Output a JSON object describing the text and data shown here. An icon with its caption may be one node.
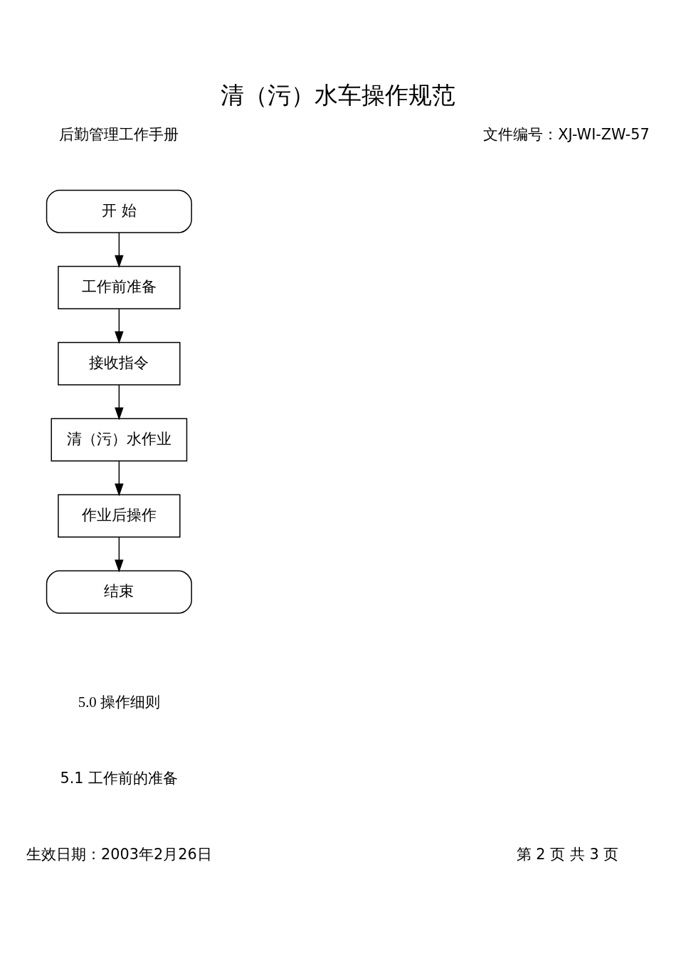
{
  "diagram": {
    "title": "清（污）水车操作规范",
    "nodes": [
      {
        "text": [
          "开 始"
        ]
      },
      {
        "text": [
          "工作前准备"
        ]
      },
      {
        "text": [
          "接收指令"
        ]
      },
      {
        "text": [
          "清（污）水作业"
        ]
      },
      {
        "text": [
          "作业后操作"
        ]
      },
      {
        "text": [
          "结束"
        ]
      }
    ],
    "edges": [
      {
        "from": 0,
        "to": 1,
        "arrow": "to"
      },
      {
        "from": 1,
        "to": 2,
        "arrow": "to"
      },
      {
        "from": 2,
        "to": 3,
        "arrow": "to"
      },
      {
        "from": 3,
        "to": 4,
        "arrow": "to"
      },
      {
        "from": 4,
        "to": 5,
        "arrow": "to"
      }
    ],
    "labels": [
      "后勤管理工作手册",
      "文件编号：XJ-WI-ZW-57",
      "5.0 操作细则",
      "5.1 工作前的准备",
      "生效日期：2003年2月26日",
      "第 2 页 共 3 页"
    ]
  }
}
